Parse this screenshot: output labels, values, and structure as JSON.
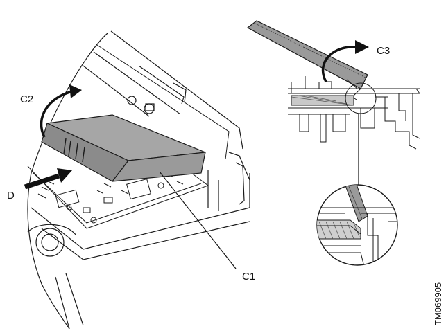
{
  "labels": {
    "c1": "C1",
    "c2": "C2",
    "c3": "C3",
    "d": "D"
  },
  "figure_code": "TM069905",
  "colors": {
    "line": "#1a1a1a",
    "module_fill": "#9a9a9a",
    "module_top": "#a6a6a6",
    "module_side": "#8b8b8b",
    "hatch": "#3a3a3a",
    "light": "#d8d8d8"
  }
}
